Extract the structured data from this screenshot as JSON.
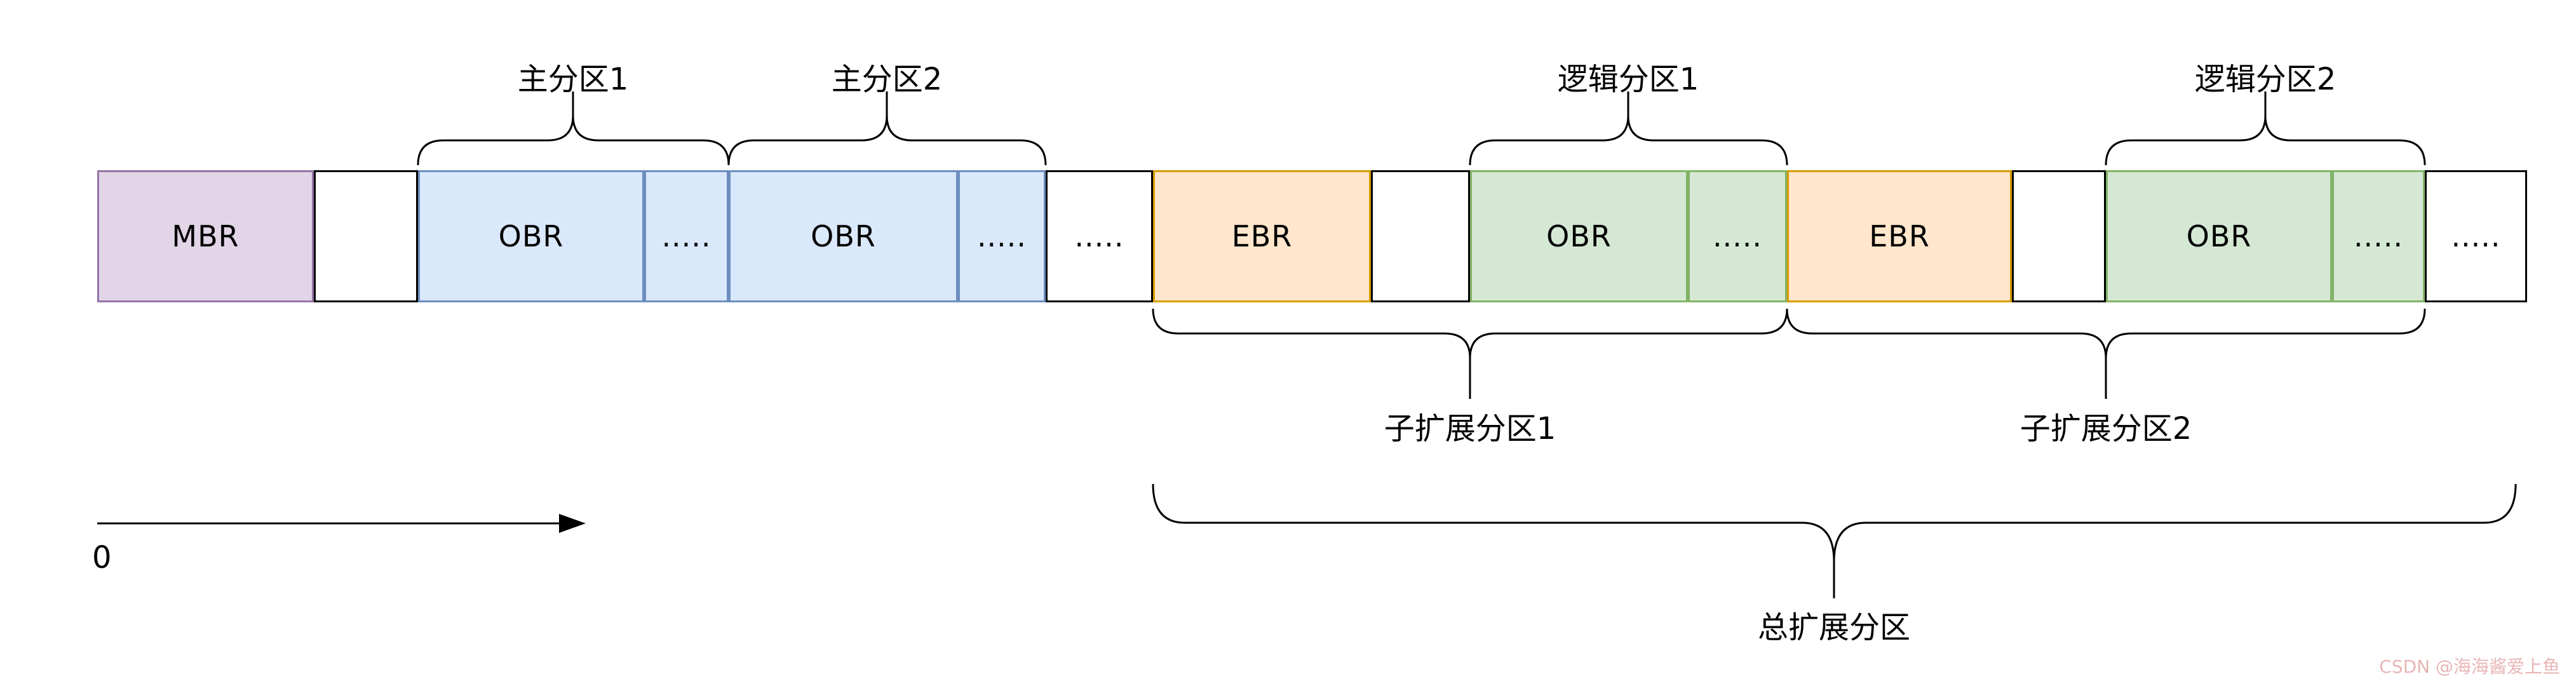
{
  "boxes": [
    {
      "label": "MBR",
      "type": "mbr"
    },
    {
      "label": "",
      "type": "empty"
    },
    {
      "label": "OBR",
      "type": "primary"
    },
    {
      "label": ".....",
      "type": "primary"
    },
    {
      "label": "OBR",
      "type": "primary"
    },
    {
      "label": ".....",
      "type": "primary"
    },
    {
      "label": ".....",
      "type": "plain"
    },
    {
      "label": "EBR",
      "type": "ebr"
    },
    {
      "label": "",
      "type": "empty"
    },
    {
      "label": "OBR",
      "type": "logical"
    },
    {
      "label": ".....",
      "type": "logical"
    },
    {
      "label": "EBR",
      "type": "ebr"
    },
    {
      "label": "",
      "type": "empty"
    },
    {
      "label": "OBR",
      "type": "logical"
    },
    {
      "label": ".....",
      "type": "logical"
    },
    {
      "label": ".....",
      "type": "plain"
    }
  ],
  "labels": {
    "primary1": "主分区1",
    "primary2": "主分区2",
    "logical1": "逻辑分区1",
    "logical2": "逻辑分区2",
    "sub_extended1": "子扩展分区1",
    "sub_extended2": "子扩展分区2",
    "total_extended": "总扩展分区"
  },
  "origin_label": "0",
  "watermark": "CSDN @海海酱爱上鱼",
  "colors": {
    "mbr_fill": "#e1d5e7",
    "mbr_border": "#9673a6",
    "primary_fill": "#dae8fc",
    "primary_border": "#6c8ebf",
    "ebr_fill": "#ffe6cc",
    "ebr_border": "#d79b00",
    "logical_fill": "#d5e8d4",
    "logical_border": "#82b366",
    "line": "#000000"
  }
}
